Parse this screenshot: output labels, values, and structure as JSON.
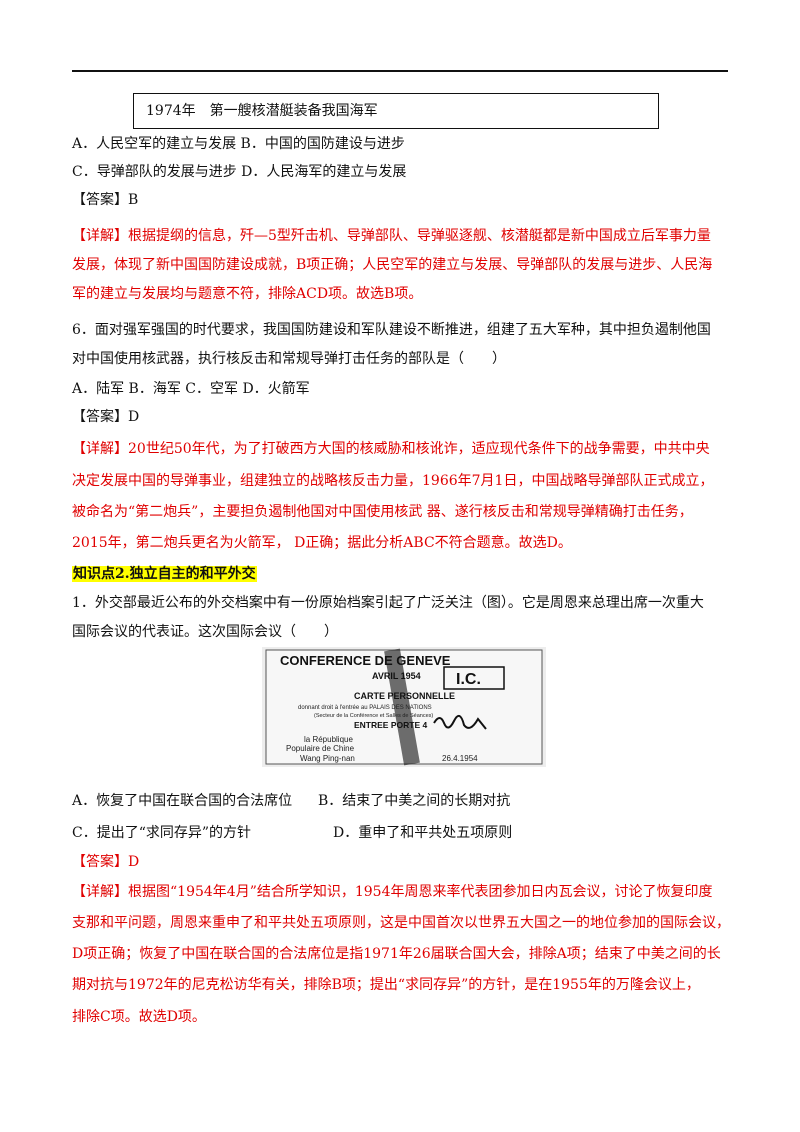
{
  "header_rule": "",
  "q5": {
    "box_text": "1974年　第一艘核潜艇装备我国海军",
    "options_line1": "A．人民空军的建立与发展 B．中国的国防建设与进步",
    "options_line2": "C．导弹部队的发展与进步 D．人民海军的建立与发展",
    "answer": "【答案】B",
    "detail_label": "【详解】",
    "detail_lines": [
      "根据提纲的信息，歼—5型歼击机、导弹部队、导弹驱逐舰、核潜艇都是新中国成立后军事力量",
      "发展，体现了新中国国防建设成就，B项正确；人民空军的建立与发展、导弹部队的发展与进步、人民海",
      "军的建立与发展均与题意不符，排除ACD项。故选B项。"
    ]
  },
  "q6": {
    "stem_lines": [
      "6．面对强军强国的时代要求，我国国防建设和军队建设不断推进，组建了五大军种，其中担负遏制他国",
      "对中国使用核武器，执行核反击和常规导弹打击任务的部队是（　　）"
    ],
    "options": "A．陆军 B．海军 C．空军 D．火箭军",
    "answer": "【答案】D",
    "detail_label": "【详解】",
    "detail_lines": [
      "20世纪50年代，为了打破西方大国的核威胁和核讹诈，适应现代条件下的战争需要，中共中央",
      "决定发展中国的导弹事业，组建独立的战略核反击力量，1966年7月1日，中国战略导弹部队正式成立，",
      "被命名为“第二炮兵”，主要担负遏制他国对中国使用核武 器、遂行核反击和常规导弹精确打击任务，",
      "2015年，第二炮兵更名为火箭军， D正确；据此分析ABC不符合题意。故选D。"
    ]
  },
  "section_title": "知识点2.独立自主的和平外交",
  "q1": {
    "stem_lines": [
      "1．外交部最近公布的外交档案中有一份原始档案引起了广泛关注（图）。它是周恩来总理出席一次重大",
      "国际会议的代表证。这次国际会议（　　）"
    ],
    "image_text": {
      "line1": "CONFERENCE DE GENEVE",
      "line2": "AVRIL 1954",
      "badge": "I.C.",
      "line3": "CARTE PERSONNELLE",
      "line4": "donnant droit à l'entrée au PALAIS DES NATIONS",
      "line5": "(Secteur de la Conférence et Salles de Séances)",
      "line6": "ENTREE PORTE 4",
      "line7": "la République",
      "line8": "Populaire de Chine",
      "line9": "Wang Ping-nan",
      "line10": "26.4.1954"
    },
    "option_a": "A．恢复了中国在联合国的合法席位",
    "option_b": "B．结束了中美之间的长期对抗",
    "option_c": "C．提出了“求同存异”的方针",
    "option_d": "D．重申了和平共处五项原则",
    "answer": "【答案】D",
    "detail_label": "【详解】",
    "detail_lines": [
      "根据图“1954年4月”结合所学知识，1954年周恩来率代表团参加日内瓦会议，讨论了恢复印度",
      "支那和平问题，周恩来重申了和平共处五项原则，这是中国首次以世界五大国之一的地位参加的国际会议，",
      "D项正确；恢复了中国在联合国的合法席位是指1971年26届联合国大会，排除A项；结束了中美之间的长",
      "期对抗与1972年的尼克松访华有关，排除B项；提出“求同存异”的方针，是在1955年的万隆会议上，",
      "排除C项。故选D项。"
    ]
  },
  "colors": {
    "answer_red": "#e00000",
    "highlight": "#ffff00",
    "text": "#111111"
  }
}
